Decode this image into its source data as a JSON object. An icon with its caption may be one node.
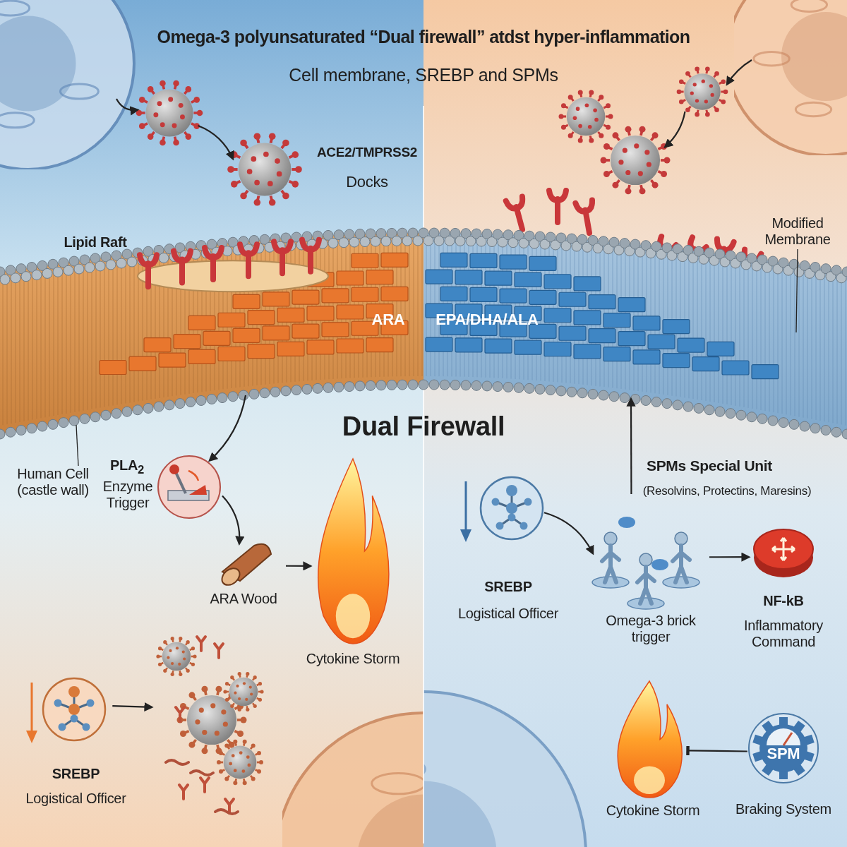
{
  "diagram": {
    "title": "Omega-3 polyunsaturated “Dual firewall” atdst hyper-inflammation",
    "nodes": [
      {
        "text": [],
        "shape": "picture"
      },
      {
        "text": [],
        "shape": "picture"
      },
      {
        "text": [],
        "shape": "picture"
      },
      {
        "text": [],
        "shape": "picture"
      },
      {
        "text": [],
        "shape": "picture"
      },
      {
        "text": [],
        "shape": "picture"
      },
      {
        "text": [
          "PLA$_{2}$",
          "Enzyme Trigger"
        ]
      },
      {
        "text": [
          "ARA Wood"
        ]
      },
      {
        "text": [
          "Cytokine Storm"
        ]
      },
      {
        "text": [
          "SREBP",
          "Logistical Officer"
        ]
      },
      {
        "text": [],
        "shape": "picture"
      },
      {
        "text": [
          "SREBP",
          "Logistical Officer"
        ]
      },
      {
        "text": [
          "Omega-3 brick trigger"
        ]
      },
      {
        "text": [
          "NF-kB",
          "Inflammatory Command"
        ]
      },
      {
        "text": [
          "Cytokine Storm"
        ]
      },
      {
        "text": [
          "SPM",
          "Braking System"
        ]
      },
      {
        "text": [
          "Human Cell (castle wall)"
        ]
      },
      {
        "text": [
          "Modified Membrane"
        ]
      }
    ],
    "edges": [
      {
        "from": null,
        "to": 0,
        "arrow": "to"
      },
      {
        "from": 0,
        "to": 1,
        "arrow": "to"
      },
      {
        "from": null,
        "to": 4,
        "arrow": "to"
      },
      {
        "from": 4,
        "to": 3,
        "arrow": "to"
      },
      {
        "from": 5,
        "to": 6,
        "arrow": "to"
      },
      {
        "from": 6,
        "to": 7,
        "arrow": "to"
      },
      {
        "from": 7,
        "to": 8,
        "arrow": "to"
      },
      {
        "from": 9,
        "to": 10,
        "arrow": "to"
      },
      {
        "from": 11,
        "to": 12,
        "arrow": "to"
      },
      {
        "from": 12,
        "to": 5,
        "arrow": "to"
      },
      {
        "from": 12,
        "to": 13,
        "arrow": "to"
      },
      {
        "from": 15,
        "to": 14,
        "arrow": "other"
      },
      {
        "from": 16,
        "to": 5,
        "arrow": "none"
      },
      {
        "from": 17,
        "to": 5,
        "arrow": "none"
      }
    ],
    "labels": [
      "Cell membrane, SREBP and SPMs",
      "ACE2/TMPRSS2",
      "Docks",
      "Lipid Raft",
      "ARA",
      "EPA/DHA/ALA",
      "Dual Firewall",
      "SPMs Special Unit",
      "(Resolvins, Protectins, Maresins)"
    ]
  }
}
